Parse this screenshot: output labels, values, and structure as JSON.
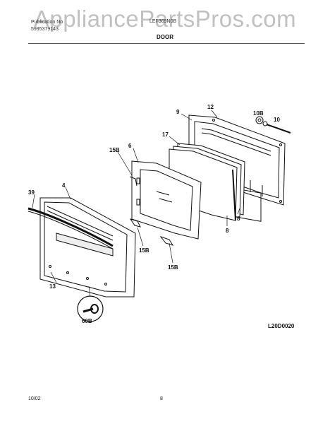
{
  "watermark": "AppliancePartsPros.com",
  "header": {
    "publication_label": "Publication No",
    "publication_number": "5995379143",
    "model": "LEF369N0B",
    "section": "DOOR"
  },
  "callouts": {
    "c9": "9",
    "c12": "12",
    "c10b": "10B",
    "c10": "10",
    "c17": "17",
    "c6": "6",
    "c15b_top": "15B",
    "c39": "39",
    "c4": "4",
    "c8_a": "8",
    "c8_b": "8",
    "c15b_mid": "15B",
    "c15b_low": "15B",
    "c13": "13",
    "c60b": "60B"
  },
  "diagram_code": "L20D0020",
  "footer": {
    "date": "10/02",
    "page": "8"
  }
}
